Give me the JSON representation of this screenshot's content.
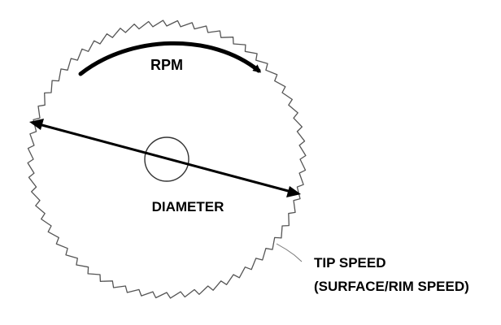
{
  "diagram": {
    "labels": {
      "rpm": "RPM",
      "diameter": "DIAMETER",
      "tip_speed_line1": "TIP SPEED",
      "tip_speed_line2": "(SURFACE/RIM SPEED)"
    },
    "blade": {
      "tooth_count": 60
    },
    "colors": {
      "outline": "#555555",
      "arrow": "#000000",
      "text": "#000000",
      "background": "#ffffff"
    }
  }
}
